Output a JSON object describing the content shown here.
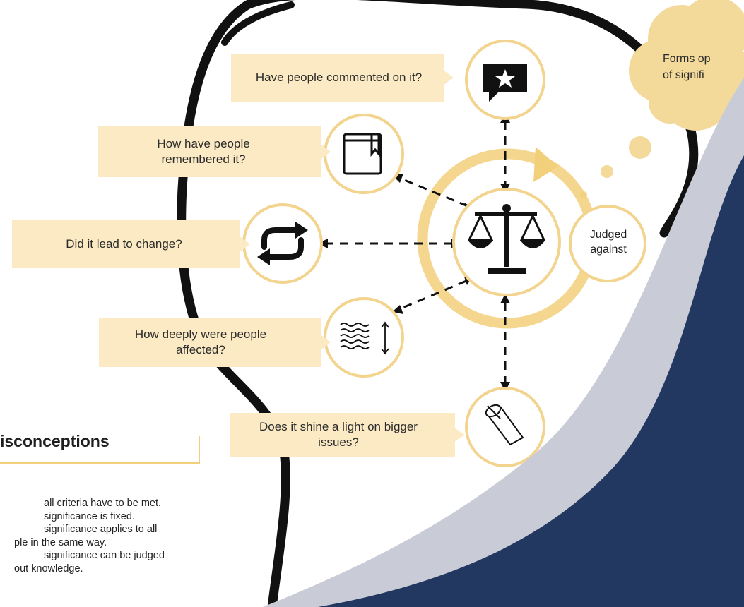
{
  "questions": {
    "commented": "Have people commented on it?",
    "remembered": "How have people remembered it?",
    "change": "Did it lead to change?",
    "affected": "How deeply were people affected?",
    "bigger_issues": "Does it shine a light on bigger issues?"
  },
  "center": {
    "judged_label": "Judged against"
  },
  "cloud": {
    "line1": "Forms op",
    "line2": "of signifi"
  },
  "misconceptions": {
    "title": "isconceptions",
    "items": [
      "all criteria have to be met.",
      "significance is fixed.",
      "significance applies to all",
      "ple in the same way.",
      "significance can be judged",
      "out knowledge."
    ]
  },
  "icons": {
    "commented": "speech-bubble-star-icon",
    "remembered": "bookmarked-book-icon",
    "change": "repeat-arrows-icon",
    "affected": "waves-arrow-icon",
    "bigger_issues": "flashlight-icon",
    "center": "scales-icon"
  },
  "colors": {
    "box_fill": "#fbeac4",
    "circle_stroke": "#f2d48e",
    "ring": "#f2cf7a",
    "thought_outline": "#111111",
    "navy": "#233861",
    "grey_band": "#c9ccd6",
    "cloud": "#f3d99a"
  }
}
